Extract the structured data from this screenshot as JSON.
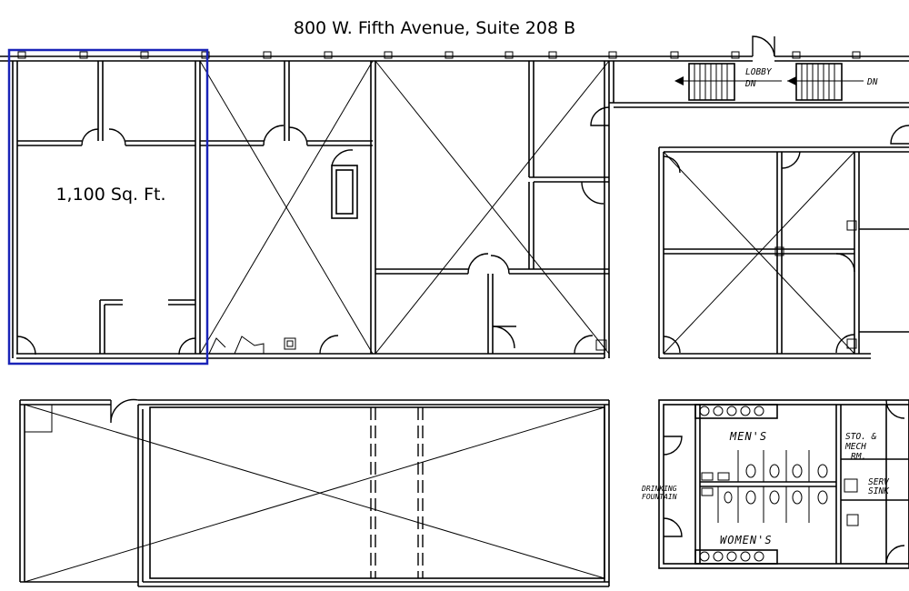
{
  "title": "800 W. Fifth Avenue, Suite 208 B",
  "suite_area": "1,100 Sq. Ft.",
  "highlight_color": "#1a24b8",
  "stairs": {
    "left_label_top": "LOBBY",
    "left_label_bottom": "DN",
    "right_label": "DN"
  },
  "restrooms": {
    "mens": "MEN'S",
    "womens": "WOMEN'S",
    "storage_line1": "STO. &",
    "storage_line2": "MECH",
    "storage_line3": "RM.",
    "service_line1": "SERV",
    "service_line2": "SINK",
    "fountain_line1": "DRINKING",
    "fountain_line2": "FOUNTAIN"
  }
}
